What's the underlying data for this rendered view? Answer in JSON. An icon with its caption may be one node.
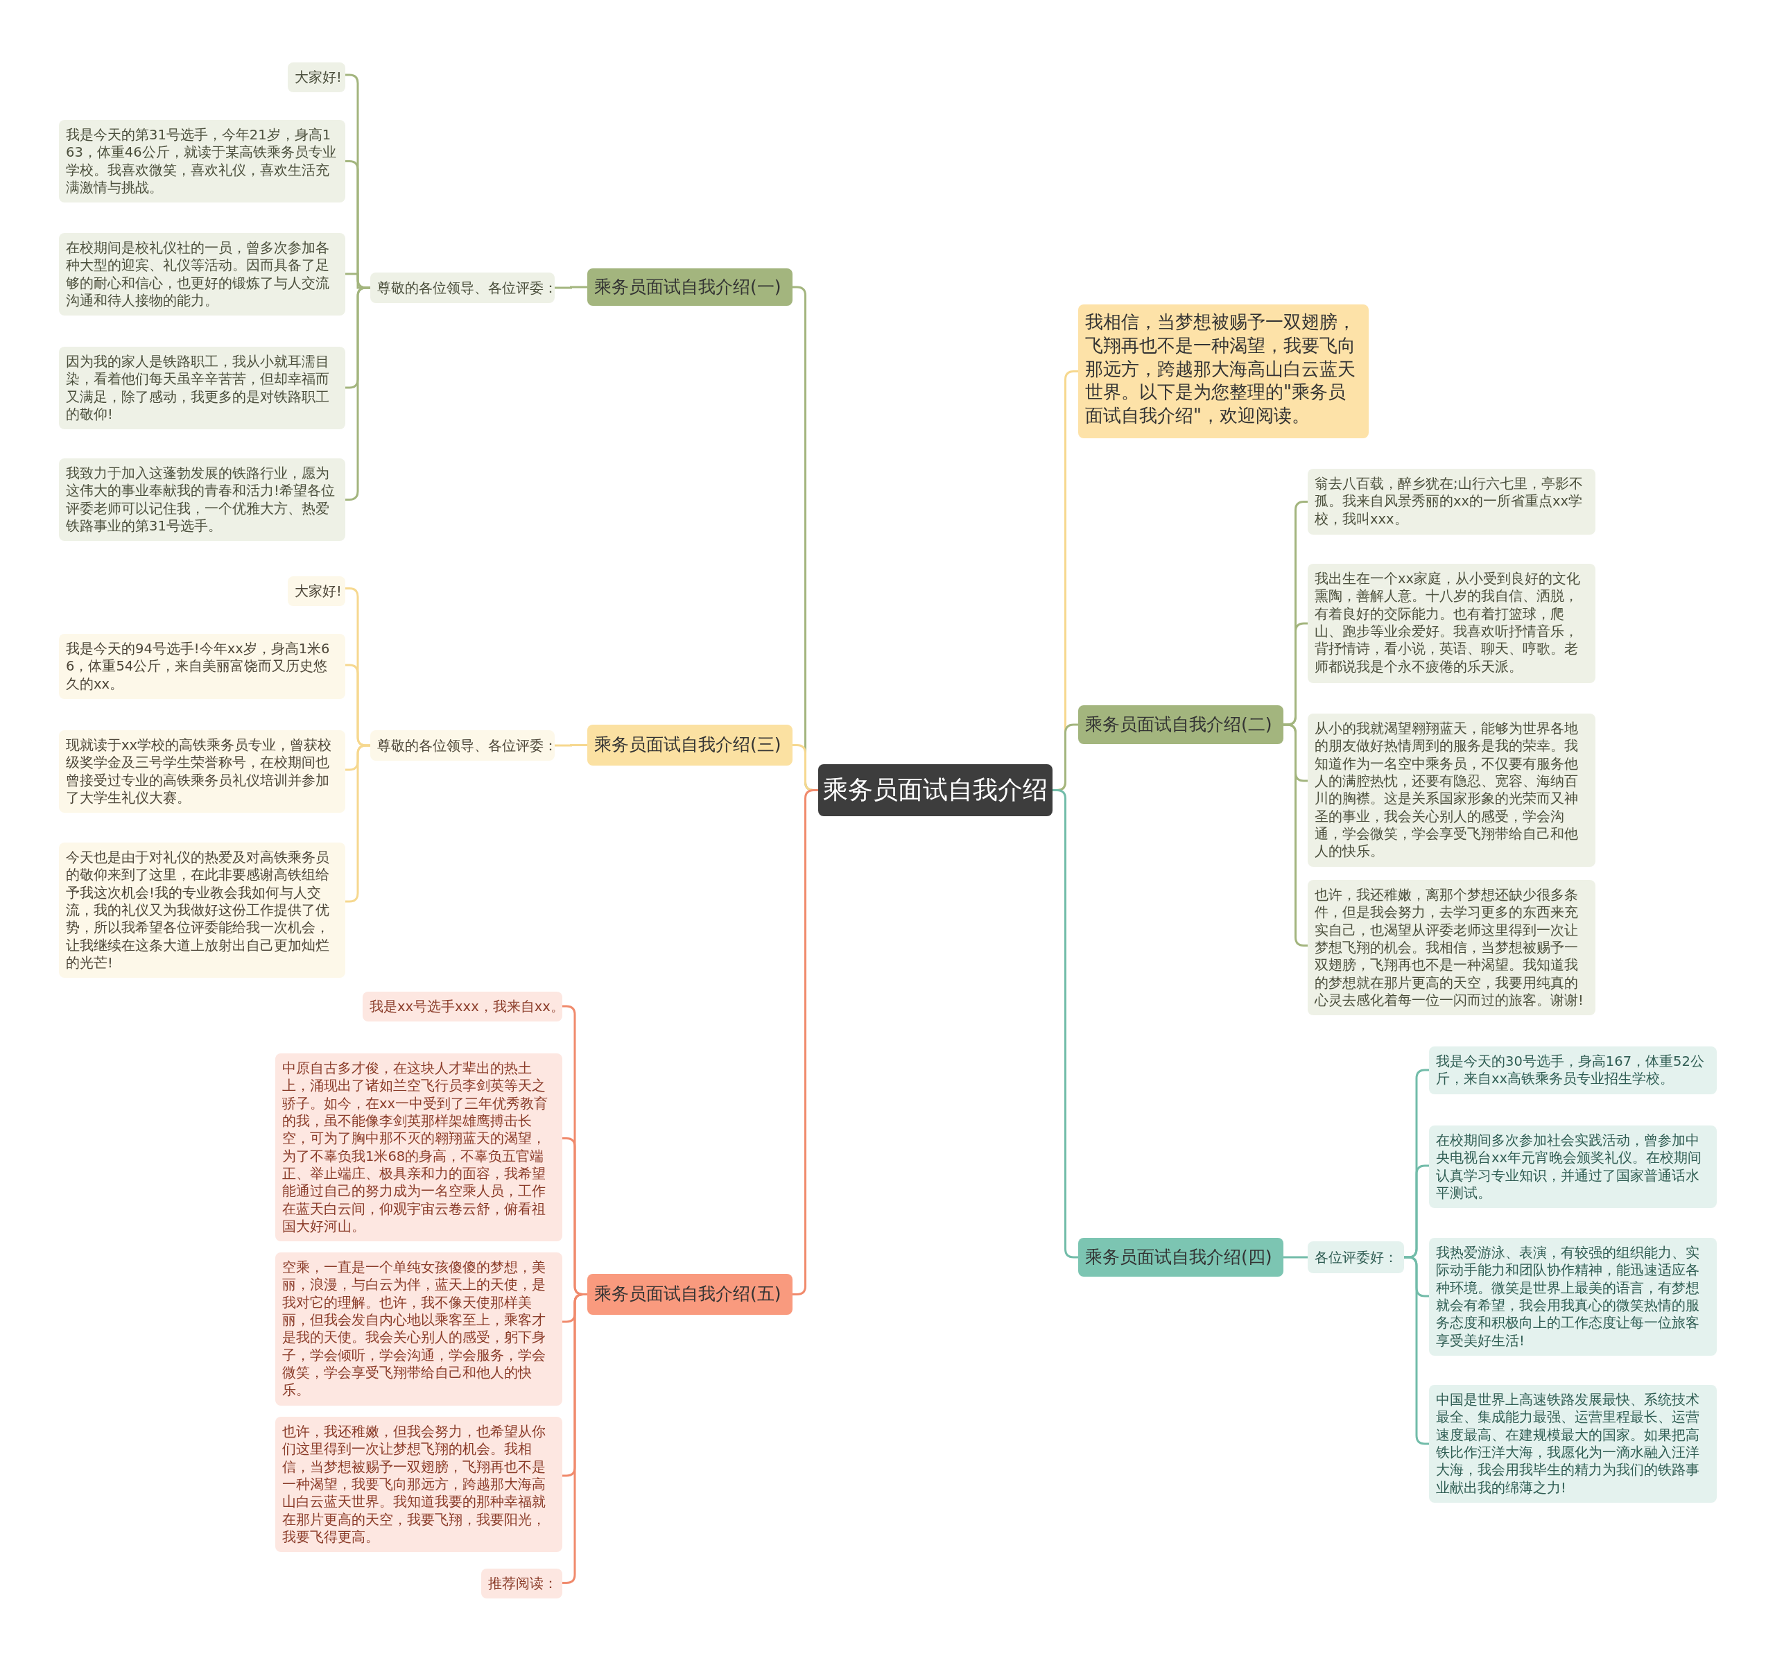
{
  "diagram": {
    "nodes": [
      {
        "text": [
          "乘务员面试自我介绍"
        ]
      },
      {
        "text": [
          "乘务员面试自我介绍(一)"
        ]
      },
      {
        "text": [
          "尊敬的各位领导、各位评委："
        ]
      },
      {
        "text": [
          "大家好!"
        ]
      },
      {
        "text": [
          "我是今天的第31号选手，今年21岁，身高163，体重46公斤，就读于某高铁乘务员专业学校。我喜欢微笑，喜欢礼仪，喜欢生活充满激情与挑战。"
        ]
      },
      {
        "text": [
          "在校期间是校礼仪社的一员，曾多次参加各种大型的迎宾、礼仪等活动。因而具备了足够的耐心和信心，也更好的锻炼了与人交流沟通和待人接物的能力。"
        ]
      },
      {
        "text": [
          "因为我的家人是铁路职工，我从小就耳濡目染，看着他们每天虽辛辛苦苦，但却幸福而又满足，除了感动，我更多的是对铁路职工的敬仰!"
        ]
      },
      {
        "text": [
          "我致力于加入这蓬勃发展的铁路行业，愿为这伟大的事业奉献我的青春和活力!希望各位评委老师可以记住我，一个优雅大方、热爱铁路事业的第31号选手。"
        ]
      },
      {
        "text": [
          "乘务员面试自我介绍(三)"
        ]
      },
      {
        "text": [
          "尊敬的各位领导、各位评委："
        ]
      },
      {
        "text": [
          "大家好!"
        ]
      },
      {
        "text": [
          "我是今天的94号选手!今年xx岁，身高1米66，体重54公斤，来自美丽富饶而又历史悠久的xx。"
        ]
      },
      {
        "text": [
          "现就读于xx学校的高铁乘务员专业，曾获校级奖学金及三号学生荣誉称号，在校期间也曾接受过专业的高铁乘务员礼仪培训并参加了大学生礼仪大赛。"
        ]
      },
      {
        "text": [
          "今天也是由于对礼仪的热爱及对高铁乘务员的敬仰来到了这里，在此非要感谢高铁组给予我这次机会!我的专业教会我如何与人交流，我的礼仪又为我做好这份工作提供了优势，所以我希望各位评委能给我一次机会，让我继续在这条大道上放射出自己更加灿烂的光芒!"
        ]
      },
      {
        "text": [
          "乘务员面试自我介绍(五)"
        ]
      },
      {
        "text": [
          "我是xx号选手xxx，我来自xx。"
        ]
      },
      {
        "text": [
          "中原自古多才俊，在这块人才辈出的热土上，涌现出了诸如兰空飞行员李剑英等天之骄子。如今，在xx一中受到了三年优秀教育的我，虽不能像李剑英那样架雄鹰搏击长空，可为了胸中那不灭的翱翔蓝天的渴望，为了不辜负我1米68的身高，不辜负五官端正、举止端庄、极具亲和力的面容，我希望能通过自己的努力成为一名空乘人员，工作在蓝天白云间，仰观宇宙云卷云舒，俯看祖国大好河山。"
        ]
      },
      {
        "text": [
          "空乘，一直是一个单纯女孩傻傻的梦想，美丽，浪漫，与白云为伴，蓝天上的天使，是我对它的理解。也许，我不像天使那样美丽，但我会发自内心地以乘客至上，乘客才是我的天使。我会关心别人的感受，躬下身子，学会倾听，学会沟通，学会服务，学会微笑，学会享受飞翔带给自己和他人的快乐。"
        ]
      },
      {
        "text": [
          "也许，我还稚嫩，但我会努力，也希望从你们这里得到一次让梦想飞翔的机会。我相信，当梦想被赐予一双翅膀，飞翔再也不是一种渴望，我要飞向那远方，跨越那大海高山白云蓝天世界。我知道我要的那种幸福就在那片更高的天空，我要飞翔，我要阳光，我要飞得更高。"
        ]
      },
      {
        "text": [
          "推荐阅读："
        ]
      },
      {
        "text": [
          "我相信，当梦想被赐予一双翅膀，飞翔再也不是一种渴望，我要飞向那远方，跨越那大海高山白云蓝天世界。以下是为您整理的\"乘务员面试自我介绍\"，欢迎阅读。"
        ]
      },
      {
        "text": [
          "乘务员面试自我介绍(二)"
        ]
      },
      {
        "text": [
          "翁去八百载，醉乡犹在;山行六七里，亭影不孤。我来自风景秀丽的xx的一所省重点xx学校，我叫xxx。"
        ]
      },
      {
        "text": [
          "我出生在一个xx家庭，从小受到良好的文化熏陶，善解人意。十八岁的我自信、洒脱，有着良好的交际能力。也有着打篮球，爬山、跑步等业余爱好。我喜欢听抒情音乐，背抒情诗，看小说，英语、聊天、哼歌。老师都说我是个永不疲倦的乐天派。"
        ]
      },
      {
        "text": [
          "从小的我就渴望翱翔蓝天，能够为世界各地的朋友做好热情周到的服务是我的荣幸。我知道作为一名空中乘务员，不仅要有服务他人的满腔热忱，还要有隐忍、宽容、海纳百川的胸襟。这是关系国家形象的光荣而又神圣的事业，我会关心别人的感受，学会沟通，学会微笑，学会享受飞翔带给自己和他人的快乐。"
        ]
      },
      {
        "text": [
          "也许，我还稚嫩，离那个梦想还缺少很多条件，但是我会努力，去学习更多的东西来充实自己，也渴望从评委老师这里得到一次让梦想飞翔的机会。我相信，当梦想被赐予一双翅膀，飞翔再也不是一种渴望。我知道我的梦想就在那片更高的天空，我要用纯真的心灵去感化着每一位一闪而过的旅客。谢谢!"
        ]
      },
      {
        "text": [
          "乘务员面试自我介绍(四)"
        ]
      },
      {
        "text": [
          "各位评委好："
        ]
      },
      {
        "text": [
          "我是今天的30号选手，身高167，体重52公斤，来自xx高铁乘务员专业招生学校。"
        ]
      },
      {
        "text": [
          "在校期间多次参加社会实践活动，曾参加中央电视台xx年元宵晚会颁奖礼仪。在校期间认真学习专业知识，并通过了国家普通话水平测试。"
        ]
      },
      {
        "text": [
          "我热爱游泳、表演，有较强的组织能力、实际动手能力和团队协作精神，能迅速适应各种环境。微笑是世界上最美的语言，有梦想就会有希望，我会用我真心的微笑热情的服务态度和积极向上的工作态度让每一位旅客享受美好生活!"
        ]
      },
      {
        "text": [
          "中国是世界上高速铁路发展最快、系统技术最全、集成能力最强、运营里程最长、运营速度最高、在建规模最大的国家。如果把高铁比作汪洋大海，我愿化为一滴水融入汪洋大海，我会用我毕生的精力为我们的铁路事业献出我的绵薄之力!"
        ]
      }
    ],
    "edges": [
      {
        "from": 0,
        "to": 1,
        "arrow": "none"
      },
      {
        "from": 1,
        "to": 2,
        "arrow": "none"
      },
      {
        "from": 2,
        "to": 3,
        "arrow": "none"
      },
      {
        "from": 2,
        "to": 4,
        "arrow": "none"
      },
      {
        "from": 2,
        "to": 5,
        "arrow": "none"
      },
      {
        "from": 2,
        "to": 6,
        "arrow": "none"
      },
      {
        "from": 2,
        "to": 7,
        "arrow": "none"
      },
      {
        "from": 0,
        "to": 8,
        "arrow": "none",
        "color": "#f6d88f"
      },
      {
        "from": 8,
        "to": 9,
        "arrow": "none",
        "color": "#f6d88f"
      },
      {
        "from": 9,
        "to": 10,
        "arrow": "none",
        "color": "#f6d88f"
      },
      {
        "from": 9,
        "to": 11,
        "arrow": "none",
        "color": "#f6d88f"
      },
      {
        "from": 9,
        "to": 12,
        "arrow": "none",
        "color": "#f6d88f"
      },
      {
        "from": 9,
        "to": 13,
        "arrow": "none",
        "color": "#f6d88f"
      },
      {
        "from": 0,
        "to": 14,
        "arrow": "none",
        "color": "#f08a6c"
      },
      {
        "from": 14,
        "to": 15,
        "arrow": "none",
        "color": "#f08a6c"
      },
      {
        "from": 14,
        "to": 16,
        "arrow": "none",
        "color": "#f08a6c"
      },
      {
        "from": 14,
        "to": 17,
        "arrow": "none",
        "color": "#f08a6c"
      },
      {
        "from": 14,
        "to": 18,
        "arrow": "none",
        "color": "#f08a6c"
      },
      {
        "from": 14,
        "to": 19,
        "arrow": "none",
        "color": "#f08a6c"
      },
      {
        "from": 0,
        "to": 20,
        "arrow": "none",
        "color": "#f6d88f"
      },
      {
        "from": 0,
        "to": 21,
        "arrow": "none"
      },
      {
        "from": 21,
        "to": 22,
        "arrow": "none"
      },
      {
        "from": 21,
        "to": 23,
        "arrow": "none"
      },
      {
        "from": 21,
        "to": 24,
        "arrow": "none"
      },
      {
        "from": 21,
        "to": 25,
        "arrow": "none"
      },
      {
        "from": 0,
        "to": 26,
        "arrow": "none",
        "color": "#72bca9"
      },
      {
        "from": 26,
        "to": 27,
        "arrow": "none",
        "color": "#72bca9"
      },
      {
        "from": 27,
        "to": 28,
        "arrow": "none",
        "color": "#72bca9"
      },
      {
        "from": 27,
        "to": 29,
        "arrow": "none",
        "color": "#72bca9"
      },
      {
        "from": 27,
        "to": 30,
        "arrow": "none",
        "color": "#72bca9"
      },
      {
        "from": 27,
        "to": 31,
        "arrow": "none",
        "color": "#72bca9"
      }
    ]
  }
}
